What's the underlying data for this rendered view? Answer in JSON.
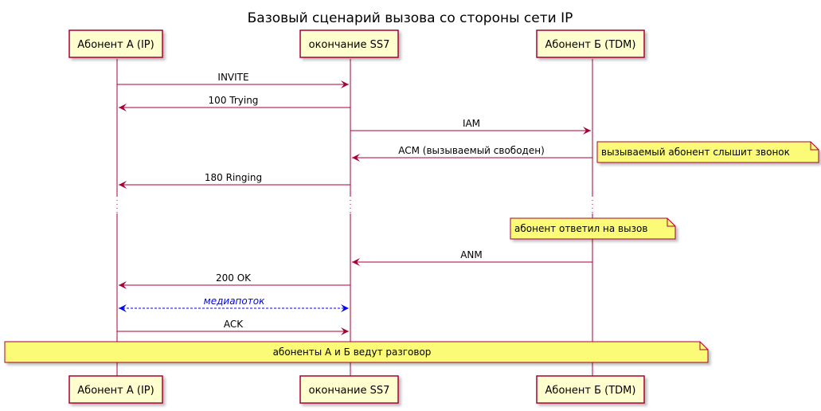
{
  "title": "Базовый сценарий вызова со стороны сети IP",
  "colors": {
    "line": "#a80036",
    "participant_fill": "#fefece",
    "note_fill": "#fbfb77",
    "media": "#0000ff"
  },
  "participants": [
    {
      "id": "a",
      "label": "Абонент А (IP)"
    },
    {
      "id": "s",
      "label": "окончание SS7"
    },
    {
      "id": "b",
      "label": "Абонент Б (TDM)"
    }
  ],
  "messages": [
    {
      "label": "INVITE",
      "from": "a",
      "to": "s"
    },
    {
      "label": "100 Trying",
      "from": "s",
      "to": "a"
    },
    {
      "label": "IAM",
      "from": "s",
      "to": "b"
    },
    {
      "label": "ACM (вызываемый свободен)",
      "from": "b",
      "to": "s"
    },
    {
      "label": "180 Ringing",
      "from": "s",
      "to": "a"
    },
    {
      "label": "ANM",
      "from": "b",
      "to": "s"
    },
    {
      "label": "200 OK",
      "from": "s",
      "to": "a"
    },
    {
      "label": "медиапоток",
      "from": "a",
      "to": "s",
      "style": "bidirectional-dashed"
    },
    {
      "label": "ACK",
      "from": "a",
      "to": "s"
    }
  ],
  "notes": [
    {
      "text": "вызываемый абонент слышит звонок"
    },
    {
      "text": "абонент ответил на вызов"
    },
    {
      "text": "абоненты А и Б ведут разговор"
    }
  ]
}
